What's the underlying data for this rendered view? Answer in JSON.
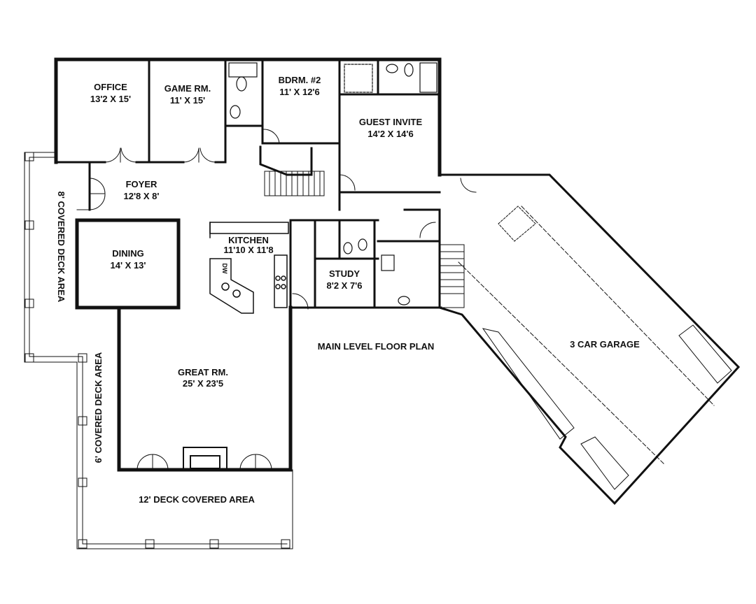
{
  "title": "MAIN LEVEL FLOOR PLAN",
  "rooms": {
    "office": {
      "name": "OFFICE",
      "dim": "13'2 X 15'"
    },
    "game": {
      "name": "GAME RM.",
      "dim": "11' X 15'"
    },
    "bdrm2": {
      "name": "BDRM. #2",
      "dim": "11' X 12'6"
    },
    "guest": {
      "name": "GUEST  INVITE",
      "dim": "14'2 X 14'6"
    },
    "foyer": {
      "name": "FOYER",
      "dim": "12'8 X 8'"
    },
    "dining": {
      "name": "DINING",
      "dim": "14' X 13'"
    },
    "kitchen": {
      "name": "KITCHEN",
      "dim": "11'10 X 11'8"
    },
    "study": {
      "name": "STUDY",
      "dim": "8'2 X 7'6"
    },
    "great": {
      "name": "GREAT RM.",
      "dim": "25' X 23'5"
    },
    "garage": {
      "name": "3 CAR GARAGE"
    }
  },
  "decks": {
    "left8": "8' COVERED DECK AREA",
    "left6": "6' COVERED DECK AREA",
    "bottom12": "12' DECK COVERED AREA"
  },
  "fixtures": {
    "dw": "DW"
  }
}
